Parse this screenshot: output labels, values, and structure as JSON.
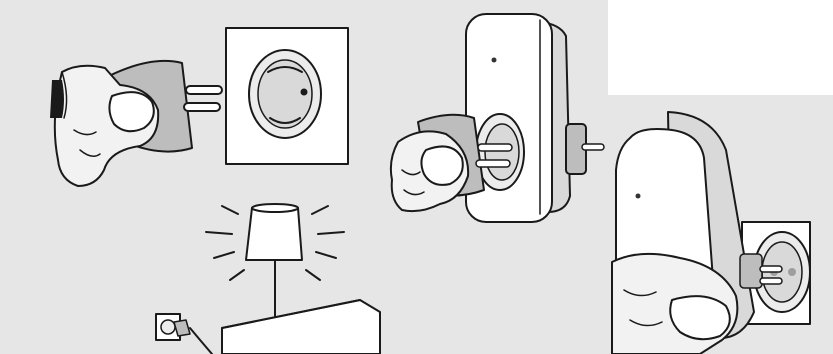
{
  "figure": {
    "panels": [
      {
        "id": "unplug-from-wall",
        "description_icon": "hand-plug-wall-socket-icon"
      },
      {
        "id": "lamp-on",
        "description_icon": "lamp-glowing-icon"
      },
      {
        "id": "plug-into-adapter",
        "description_icon": "hand-plug-adapter-icon"
      },
      {
        "id": "adapter-into-wall",
        "description_icon": "hand-adapter-wall-icon"
      }
    ]
  },
  "colors": {
    "background": "#ffffff",
    "panel_bg": "#e6e6e6",
    "hand_fill": "#f2f2f2",
    "plug_fill": "#bdbdbd",
    "socket_fill": "#ececec",
    "ink": "#1a1a1a",
    "led": "#333333"
  }
}
